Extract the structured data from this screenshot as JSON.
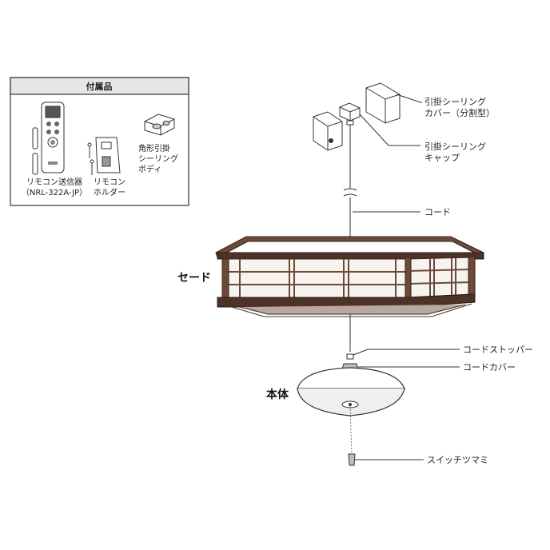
{
  "accessories": {
    "title": "付属品",
    "remote_label_1": "リモコン送信器",
    "remote_label_2": "（NRL-322A-JP）",
    "holder_label_1": "リモコン",
    "holder_label_2": "ホルダー",
    "body_label_1": "角形引掛",
    "body_label_2": "シーリング",
    "body_label_3": "ボディ"
  },
  "callouts": {
    "cover_1": "引掛シーリング",
    "cover_2": "カバー（分割型）",
    "cap_1": "引掛シーリング",
    "cap_2": "キャップ",
    "cord": "コード",
    "cord_stopper": "コードストッパー",
    "cord_cover": "コードカバー",
    "switch_knob": "スイッチツマミ"
  },
  "parts": {
    "shade": "セード",
    "body": "本体"
  }
}
